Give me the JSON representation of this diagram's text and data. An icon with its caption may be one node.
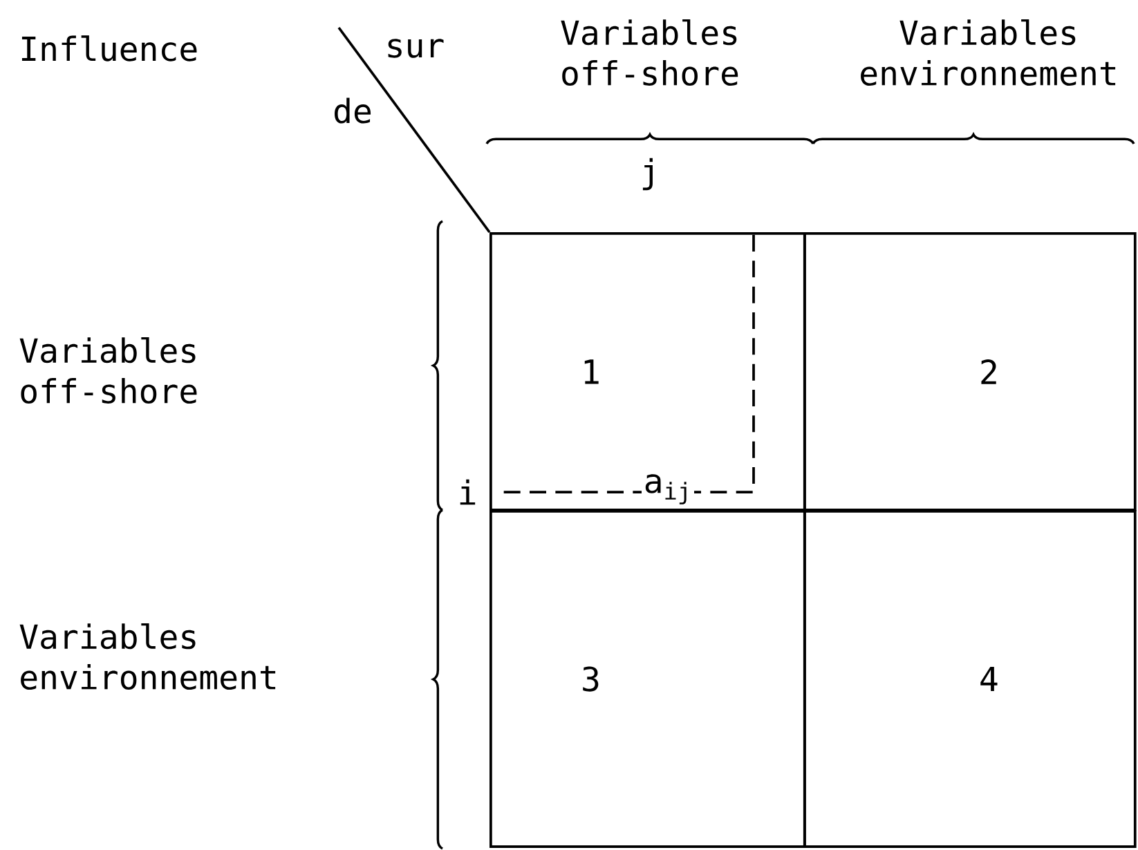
{
  "diagram": {
    "nodes": [
      {
        "text": [
          "1"
        ]
      },
      {
        "text": [
          "2"
        ]
      },
      {
        "text": [
          "3"
        ]
      },
      {
        "text": [
          "4"
        ]
      }
    ],
    "labels": [
      "Influence",
      "sur",
      "Variables off-shore",
      "Variables environnement",
      "de",
      "j",
      "Variables off-shore",
      "i",
      "a$_{ij}$",
      "Variables environnement"
    ]
  }
}
